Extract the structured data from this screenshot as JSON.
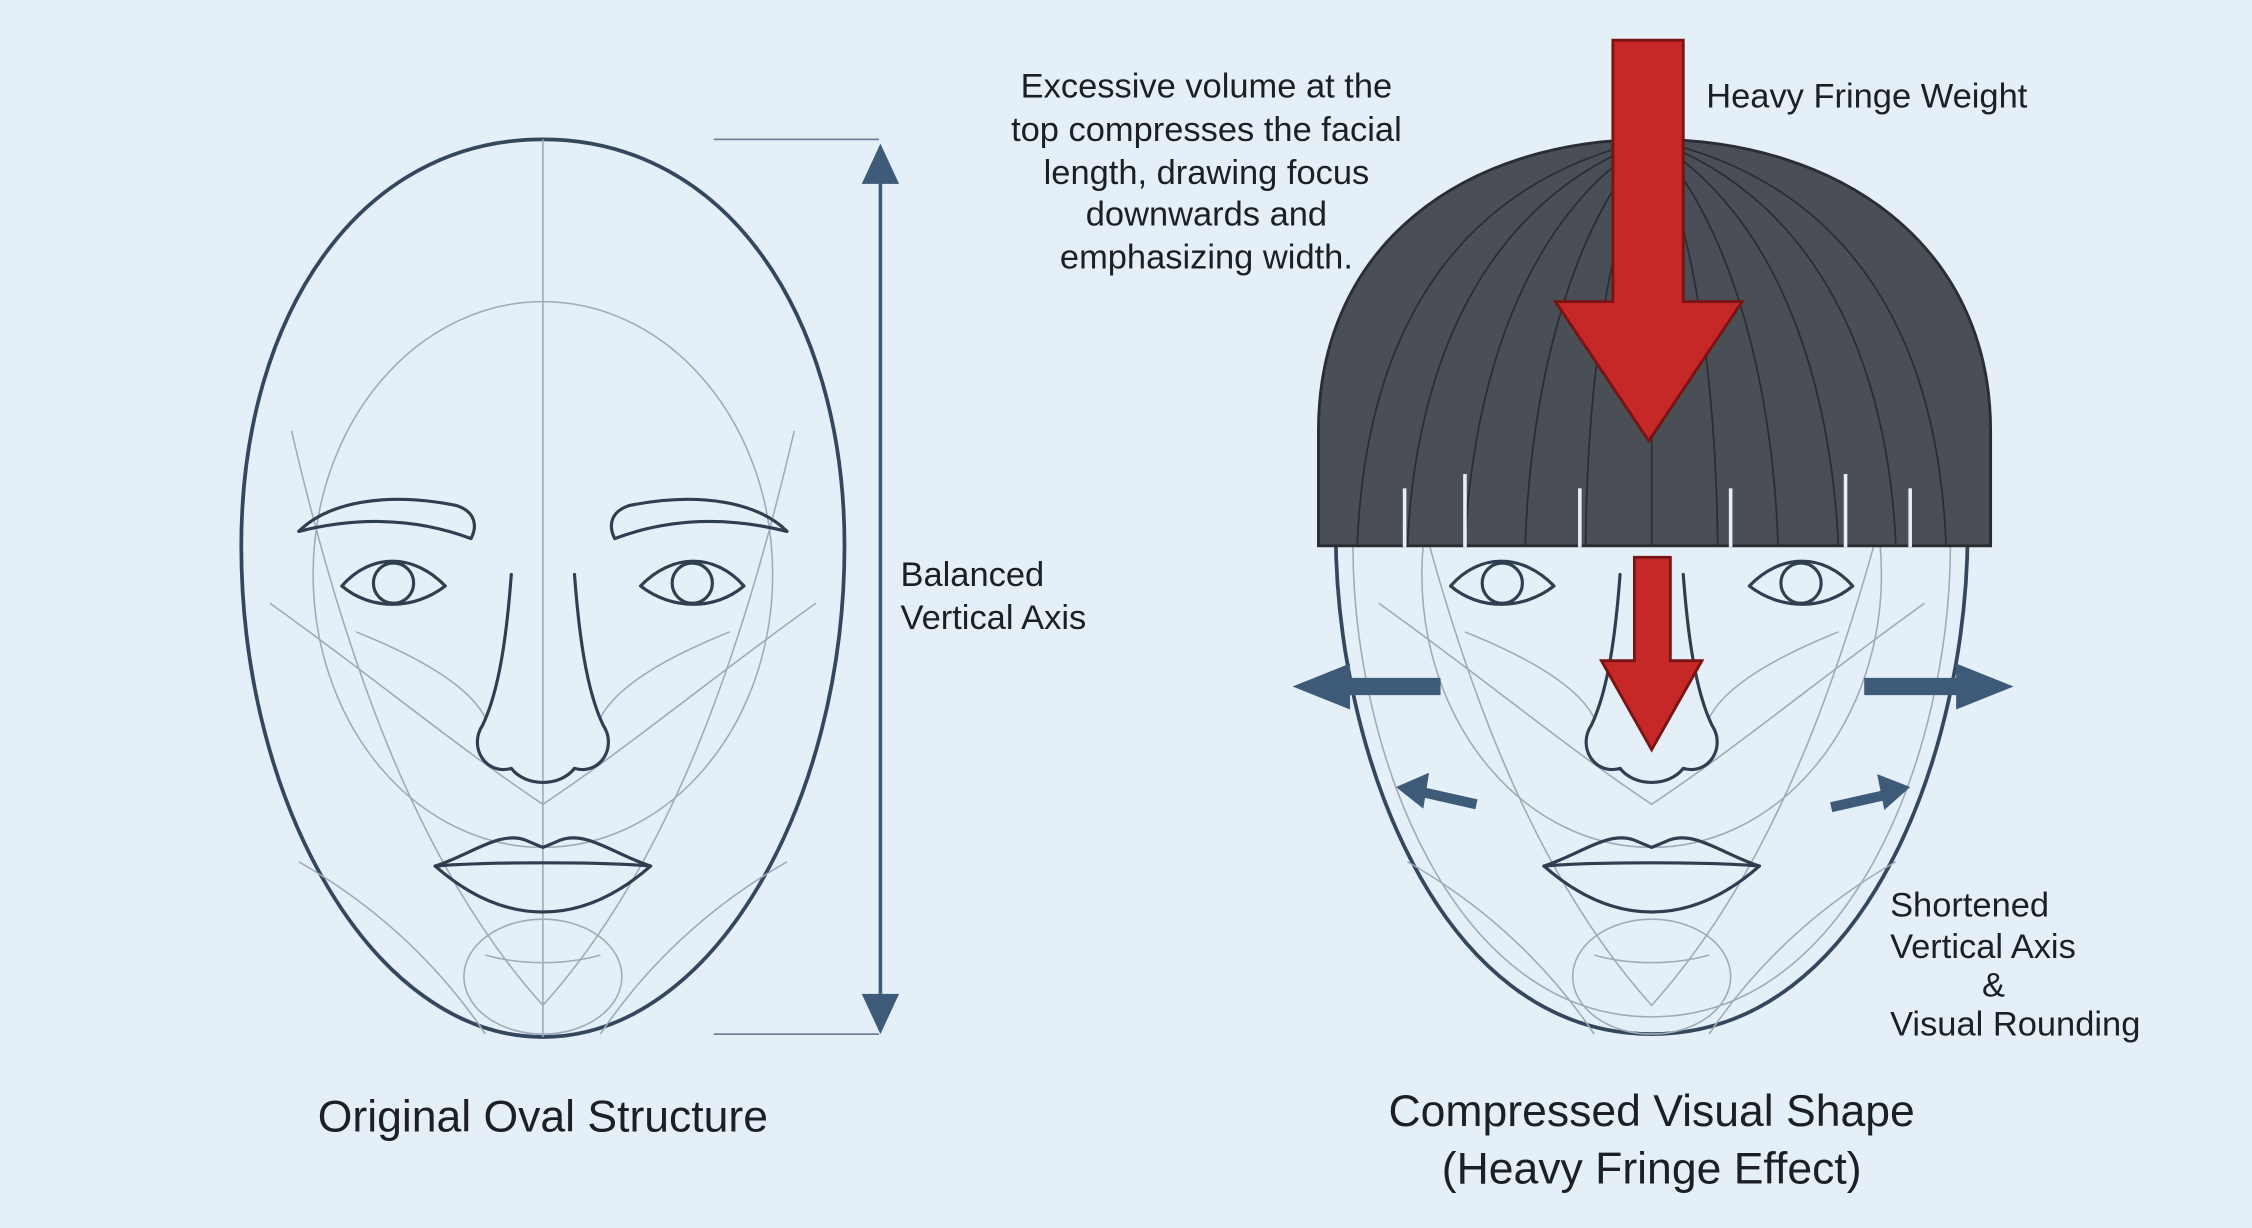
{
  "left": {
    "caption": "Original Oval Structure",
    "axis_label": [
      "Balanced",
      "Vertical Axis"
    ]
  },
  "right": {
    "caption": [
      "Compressed Visual Shape",
      "(Heavy Fringe Effect)"
    ],
    "fringe_label": "Heavy Fringe Weight",
    "explanation": [
      "Excessive volume at the",
      "top compresses the facial",
      "length, drawing focus",
      "downwards and",
      "emphasizing width."
    ],
    "axis_label": [
      "Shortened",
      "Vertical Axis",
      "&",
      "Visual Rounding"
    ]
  },
  "colors": {
    "background": "#e5eff8",
    "accent_red": "#c62828",
    "axis_blue": "#3d5a78",
    "hair": "#4a4f55"
  }
}
